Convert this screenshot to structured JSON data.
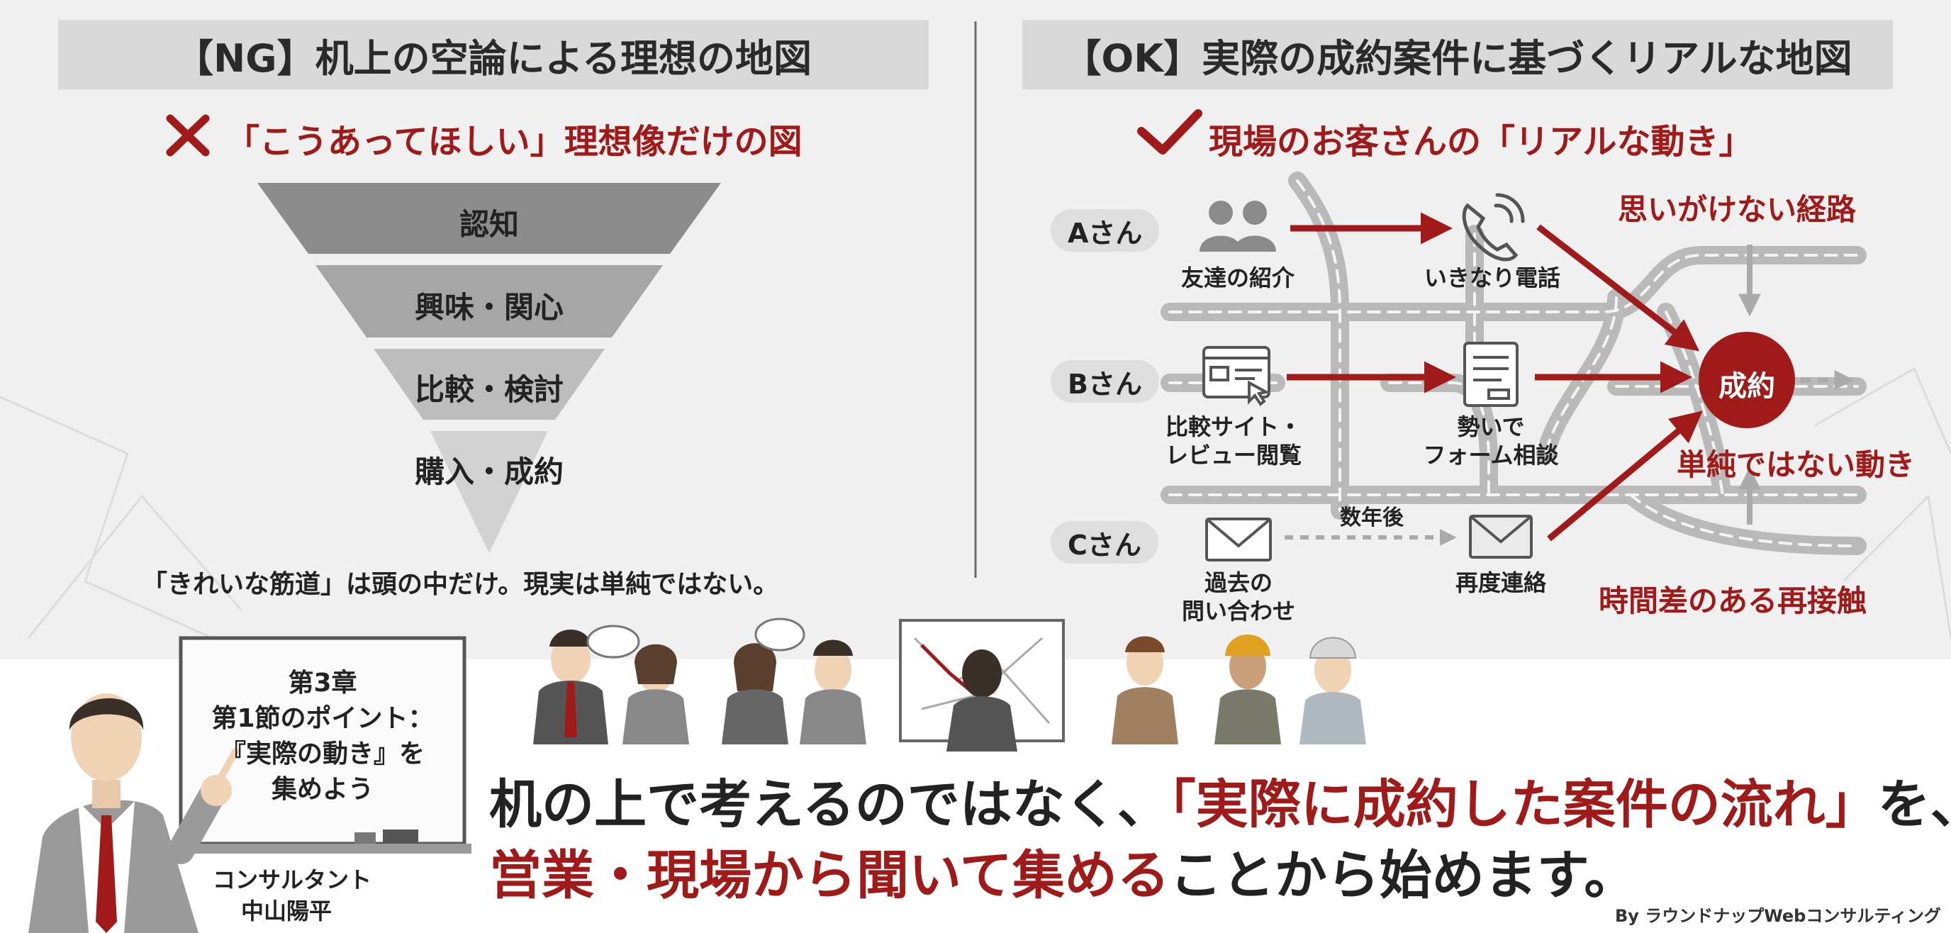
{
  "ng": {
    "header": "【NG】机上の空論による理想の地図",
    "subtitle": "「こうあってほしい」理想像だけの図",
    "mark_icon": "x-mark-icon",
    "funnel": [
      "認知",
      "興味・関心",
      "比較・検討",
      "購入・成約"
    ],
    "note": "「きれいな筋道」は頭の中だけ。現実は単純ではない。"
  },
  "ok": {
    "header": "【OK】実際の成約案件に基づくリアルな地図",
    "subtitle": "現場のお客さんの「リアルな動き」",
    "mark_icon": "check-mark-icon",
    "persons": [
      "Aさん",
      "Bさん",
      "Cさん"
    ],
    "nodes": {
      "a1": {
        "icon": "people-icon",
        "label": "友達の紹介"
      },
      "a2": {
        "icon": "phone-icon",
        "label": "いきなり電話"
      },
      "b1": {
        "icon": "browser-review-icon",
        "label": "比較サイト・\nレビュー閲覧"
      },
      "b2": {
        "icon": "form-icon",
        "label": "勢いで\nフォーム相談"
      },
      "c1": {
        "icon": "envelope-icon",
        "label": "過去の\n問い合わせ"
      },
      "c2": {
        "icon": "envelope-icon",
        "label": "再度連絡"
      }
    },
    "gap_label": "数年後",
    "goal": "成約",
    "notes": {
      "unexpected": "思いがけない経路",
      "not_simple": "単純ではない動き",
      "time_gap": "時間差のある再接触"
    }
  },
  "board": {
    "lines": [
      "第3章",
      "第1節のポイント：",
      "『実際の動き』を",
      "集めよう"
    ]
  },
  "consultant": {
    "title": "コンサルタント",
    "name": "中山陽平"
  },
  "message": {
    "line1": {
      "a": "机の上で考えるのではなく、",
      "b": "「実際に成約した案件の流れ」",
      "c": "を、"
    },
    "line2": {
      "a": "営業・現場から聞いて集める",
      "b": "ことから始めます。"
    }
  },
  "credit": "By ラウンドナップWebコンサルティング",
  "colors": {
    "accent_red": "#a11a1a",
    "header_gray": "#d9d9d9",
    "road_gray": "#b7b7b7"
  }
}
